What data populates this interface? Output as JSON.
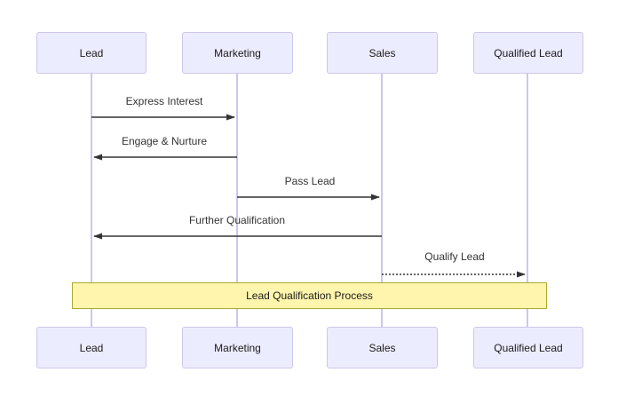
{
  "diagram": {
    "type": "sequence-diagram",
    "note": {
      "label": "Lead Qualification Process",
      "spans": [
        "Lead",
        "Qualified Lead"
      ]
    },
    "actors": [
      {
        "label": "Lead"
      },
      {
        "label": "Marketing"
      },
      {
        "label": "Sales"
      },
      {
        "label": "Qualified Lead"
      }
    ],
    "messages": [
      {
        "label": "Express Interest",
        "from": "Lead",
        "to": "Marketing",
        "line": "solid"
      },
      {
        "label": "Engage & Nurture",
        "from": "Marketing",
        "to": "Lead",
        "line": "solid"
      },
      {
        "label": "Pass Lead",
        "from": "Marketing",
        "to": "Sales",
        "line": "solid"
      },
      {
        "label": "Further Qualification",
        "from": "Sales",
        "to": "Lead",
        "line": "solid"
      },
      {
        "label": "Qualify Lead",
        "from": "Sales",
        "to": "Qualified Lead",
        "line": "dotted"
      }
    ],
    "colors": {
      "actor_fill": "#ECECFF",
      "actor_border": "#CFC6EC",
      "lifeline_color": "#CFC6EC",
      "note_fill": "#FFF5AD",
      "note_border": "#AAAA33",
      "arrow_color": "#333333",
      "text_color": "#1a1a1a"
    }
  }
}
